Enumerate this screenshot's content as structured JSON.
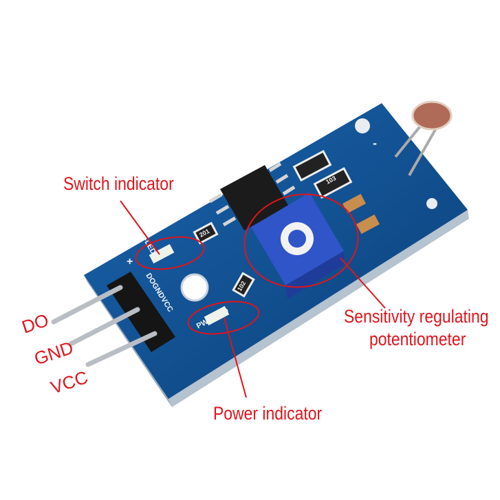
{
  "annotations": {
    "switch_indicator": "Switch indicator",
    "sensitivity_line1": "Sensitivity regulating",
    "sensitivity_line2": "potentiometer",
    "power_indicator": "Power indicator"
  },
  "pins": {
    "do": "DO",
    "gnd": "GND",
    "vcc": "VCC"
  },
  "silkscreen": [
    "DO-LED",
    "DOGNDVCC",
    "PWR-LED",
    "103",
    "102",
    "201",
    "+",
    "-"
  ],
  "colors": {
    "board": "#0f4d8f",
    "annotation": "#e0141b",
    "potentiometer": "#2f55c9"
  }
}
